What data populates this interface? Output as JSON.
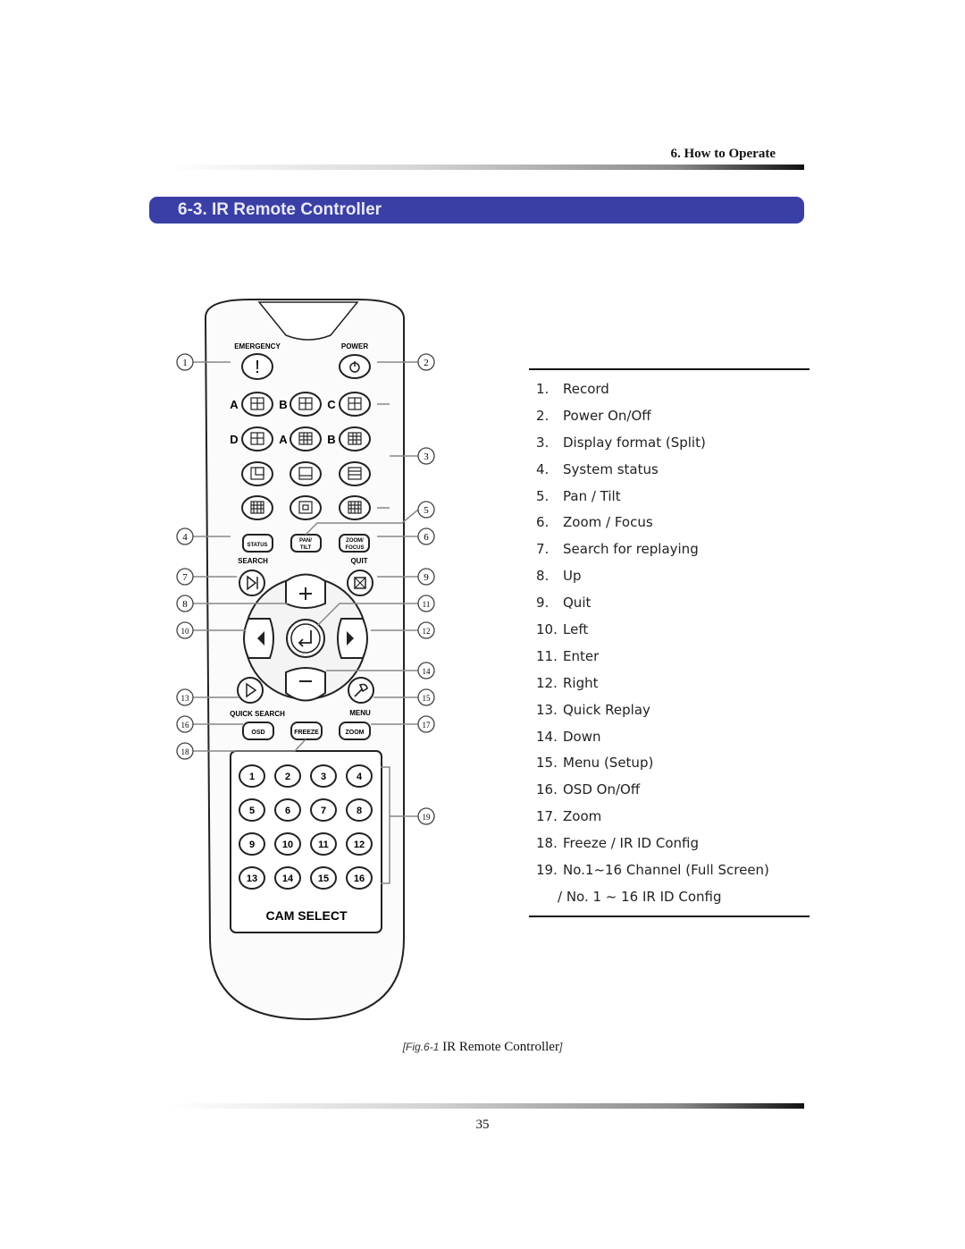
{
  "header": {
    "chapter": "6. How to Operate"
  },
  "section": {
    "title": "6-3. IR Remote Controller"
  },
  "remote": {
    "emergency_label": "EMERGENCY",
    "power_label": "POWER",
    "split_letters": [
      "A",
      "B",
      "C",
      "D",
      "A",
      "B"
    ],
    "status_label": "STATUS",
    "pantilt_label": [
      "PAN/",
      "TILT"
    ],
    "zoomfocus_label": [
      "ZOOM/",
      "FOCUS"
    ],
    "search_label": "SEARCH",
    "quit_label": "QUIT",
    "quicksearch_label": "QUICK SEARCH",
    "menu_label": "MENU",
    "osd_label": "OSD",
    "freeze_label": "FREEZE",
    "zoom_label": "ZOOM",
    "channels": [
      "1",
      "2",
      "3",
      "4",
      "5",
      "6",
      "7",
      "8",
      "9",
      "10",
      "11",
      "12",
      "13",
      "14",
      "15",
      "16"
    ],
    "cam_select_label": "CAM SELECT",
    "callouts": [
      "1",
      "2",
      "3",
      "4",
      "5",
      "6",
      "7",
      "8",
      "9",
      "10",
      "11",
      "12",
      "13",
      "14",
      "15",
      "16",
      "17",
      "18",
      "19"
    ]
  },
  "legend": {
    "items": [
      {
        "num": "1.",
        "text": "Record"
      },
      {
        "num": "2.",
        "text": "Power On/Off"
      },
      {
        "num": "3.",
        "text": "Display format (Split)"
      },
      {
        "num": "4.",
        "text": "System status"
      },
      {
        "num": "5.",
        "text": "Pan / Tilt"
      },
      {
        "num": "6.",
        "text": "Zoom / Focus"
      },
      {
        "num": "7.",
        "text": "Search for replaying"
      },
      {
        "num": "8.",
        "text": "Up"
      },
      {
        "num": "9.",
        "text": "Quit"
      },
      {
        "num": "10.",
        "text": "Left"
      },
      {
        "num": "11.",
        "text": "Enter"
      },
      {
        "num": "12.",
        "text": "Right"
      },
      {
        "num": "13.",
        "text": "Quick Replay"
      },
      {
        "num": "14.",
        "text": "Down"
      },
      {
        "num": "15.",
        "text": "Menu (Setup)"
      },
      {
        "num": "16.",
        "text": "OSD On/Off"
      },
      {
        "num": "17.",
        "text": "Zoom"
      },
      {
        "num": "18.",
        "text": "Freeze / IR ID Config"
      },
      {
        "num": "19.",
        "text": "No.1~16 Channel (Full Screen)"
      }
    ],
    "continuation": "/ No. 1 ~ 16 IR ID Config"
  },
  "caption": {
    "prefix": "[Fig.6-1",
    "text": " IR Remote Controller",
    "suffix": "]"
  },
  "page_number": "35"
}
